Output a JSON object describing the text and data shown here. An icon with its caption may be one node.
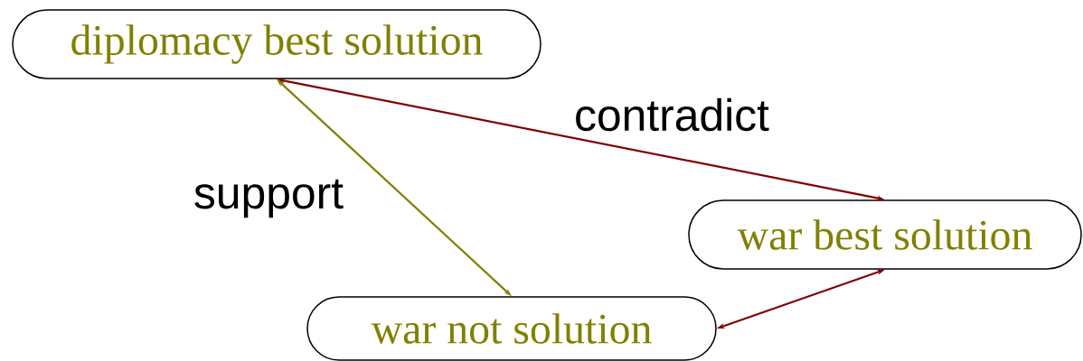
{
  "diagram": {
    "nodes": [
      {
        "text": [
          "diplomacy best solution"
        ]
      },
      {
        "text": [
          "war best solution"
        ]
      },
      {
        "text": [
          "war not solution"
        ]
      }
    ],
    "edges": [
      {
        "from": 0,
        "to": 1,
        "arrow": "both",
        "label": "contradict"
      },
      {
        "from": 0,
        "to": 2,
        "arrow": "both",
        "label": "support",
        "color": "#808000"
      },
      {
        "from": 2,
        "to": 1,
        "arrow": "both"
      }
    ]
  }
}
